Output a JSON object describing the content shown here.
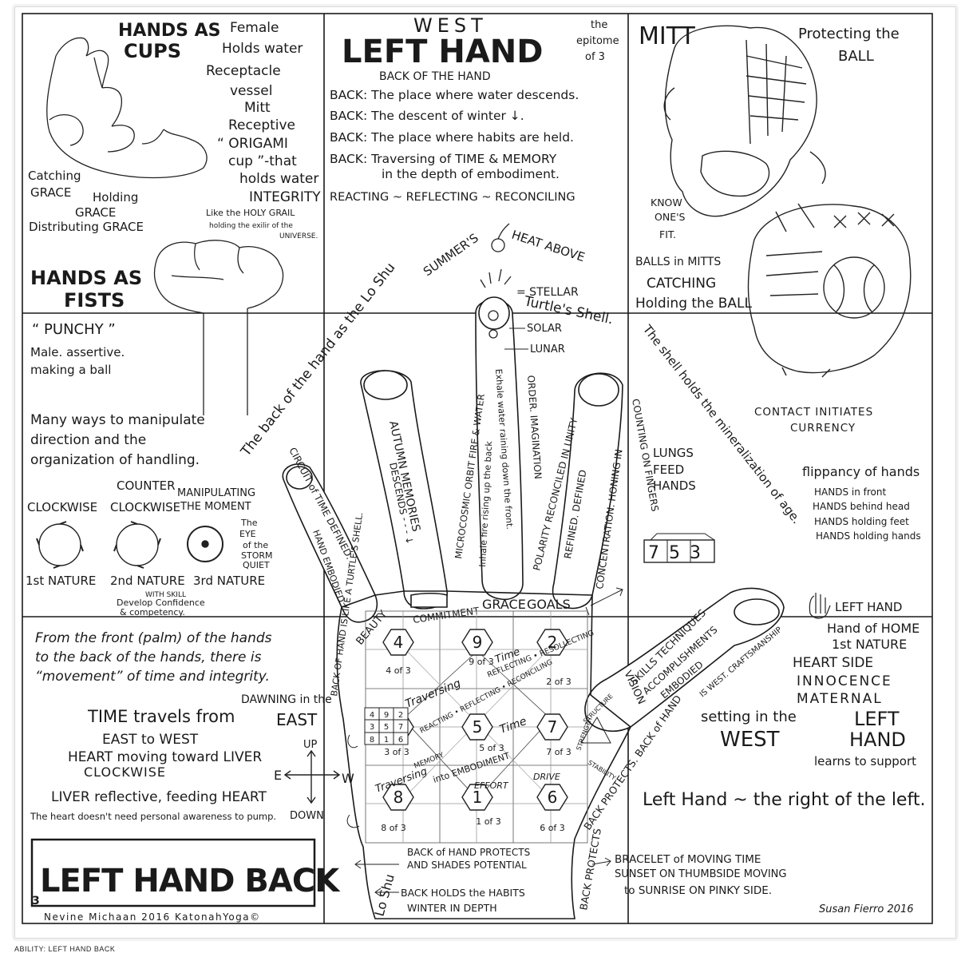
{
  "top_left": {
    "title_line1": "HANDS AS",
    "title_line2": "CUPS",
    "list": [
      "Female",
      "Holds water",
      "Receptacle",
      "vessel",
      "Mitt",
      "Receptive",
      "“ ORIGAMI",
      "cup ”-that",
      "holds water",
      "INTEGRITY"
    ],
    "grace": [
      "Catching",
      "GRACE",
      "Holding",
      "GRACE",
      "Distributing GRACE"
    ],
    "grail": [
      "Like the HOLY GRAIL",
      "holding the exilir of the",
      "UNIVERSE."
    ],
    "fists_title1": "HANDS AS",
    "fists_title2": "FISTS"
  },
  "top_center": {
    "direction": "WEST",
    "title": "LEFT HAND",
    "epitome": [
      "the",
      "epitome",
      "of 3"
    ],
    "subtitle": "BACK OF THE HAND",
    "lines": [
      "BACK: The place where water descends.",
      "BACK: The descent of winter ↓.",
      "BACK: The place where habits are held.",
      "BACK: Traversing of TIME & MEMORY",
      "in the depth of embodiment."
    ],
    "reacting": "REACTING ~ REFLECTING ~ RECONCILING"
  },
  "top_right": {
    "mitt": "MITT",
    "protect1": "Protecting the",
    "protect2": "BALL",
    "know": [
      "KNOW",
      "ONE'S",
      "FIT."
    ],
    "balls": [
      "BALLS in MITTS",
      "CATCHING",
      "Holding the BALL"
    ]
  },
  "middle_left": {
    "punchy": "“ PUNCHY ”",
    "male1": "Male. assertive.",
    "male2": "making a ball",
    "ways": [
      "Many ways to manipulate",
      "direction and the",
      "organization of handling."
    ],
    "counter": [
      "COUNTER",
      "CLOCKWISE"
    ],
    "clockwise": "CLOCKWISE",
    "manipulating": [
      "MANIPULATING",
      "THE MOMENT"
    ],
    "eye": [
      "The",
      "EYE",
      "of the",
      "STORM",
      "QUIET"
    ],
    "natures": [
      "1st NATURE",
      "2nd NATURE",
      "3rd NATURE"
    ],
    "skill": [
      "WITH SKILL",
      "Develop Confidence",
      "& competency."
    ]
  },
  "middle_right": {
    "contact1": "CONTACT INITIATES",
    "contact2": "CURRENCY",
    "lungs": [
      "LUNGS",
      "FEED",
      "HANDS"
    ],
    "flip_title": "flippancy of hands",
    "flip": [
      "HANDS in front",
      "HANDS behind head",
      "HANDS holding feet",
      "HANDS holding hands"
    ],
    "digits": "753"
  },
  "hand": {
    "summers": "SUMMER'S",
    "heat": "HEAT ABOVE",
    "stellar": "= STELLAR",
    "solar": "SOLAR",
    "lunar": "LUNAR",
    "turtle": "Turtle's Shell.",
    "shell": "The shell holds the mineralization of age.",
    "loshu": "The back of the hand as the Lo Shu",
    "fingers": [
      "CIRCUIT of TIME DEFINED.",
      "HAND EMBODIED",
      "AUTUMN MEMORIES",
      "DESCENDS - - - ↓",
      "MICROCOSMIC ORBIT FIRE & WATER",
      "Exhale water raining down the front.",
      "Inhale fire rising up the back",
      "ORDER. IMAGINATION",
      "POLARITY RECONCILED IN UNITY",
      "REFINED. DEFINED",
      "CONCENTRATION. HONING IN",
      "COUNTING ON FINGERS"
    ],
    "goals": [
      "BEAUTY",
      "COMMITMENT",
      "GRACE",
      "GOALS"
    ],
    "thumb": [
      "SKILLS TECHNIQUES",
      "ACCOMPLISHMENTS",
      "EMBODIED",
      "IS WEST. CRAFTSMANSHIP"
    ],
    "vision": "VISION",
    "protects": "BACK PROTECTS. BACK of HAND",
    "turtle_like": "BACK OF HAND IS LIKE A TURTLE'S SHELL."
  },
  "loshu": {
    "cells": [
      {
        "n": "4",
        "sub": "4 of 3"
      },
      {
        "n": "9",
        "sub": "9 of 3"
      },
      {
        "n": "2",
        "sub": "2 of 3"
      },
      {
        "n": "3",
        "sub": "3 of 3"
      },
      {
        "n": "5",
        "sub": "5 of 3"
      },
      {
        "n": "7",
        "sub": "7 of 3"
      },
      {
        "n": "8",
        "sub": "8 of 3"
      },
      {
        "n": "1",
        "sub": "1 of 3"
      },
      {
        "n": "6",
        "sub": "6 of 3"
      }
    ],
    "mini": [
      "4",
      "9",
      "2",
      "3",
      "5",
      "7",
      "8",
      "1",
      "6"
    ],
    "labels": [
      "Time",
      "REFLECTING • RESOLLECTING",
      "Traversing",
      "REACTING • REFLECTING • RECONCILING",
      "Time",
      "Traversing",
      "MEMORY",
      "into EMBODIMENT",
      "EFFORT",
      "DRIVE",
      "STRENGTH",
      "STRUCTURE",
      "STABILITY"
    ]
  },
  "bottom_left": {
    "front": [
      "From the front (palm) of the hands",
      "to the back of the hands, there is",
      "“movement” of time and integrity."
    ],
    "dawning": [
      "DAWNING in the",
      "EAST"
    ],
    "time": [
      "TIME travels from",
      "EAST to WEST",
      "HEART moving toward LIVER",
      "CLOCKWISE"
    ],
    "compass": [
      "UP",
      "E",
      "W",
      "DOWN"
    ],
    "liver": "LIVER reflective, feeding HEART",
    "heart": "The heart doesn't need personal awareness to pump.",
    "box_title": "LEFT HAND BACK",
    "box_num": "3",
    "credit": "Nevine Michaan 2016 KatonahYoga©"
  },
  "bottom_center": {
    "loshu_vert": "Lo Shu",
    "back_protects": [
      "BACK of HAND PROTECTS",
      "AND SHADES POTENTIAL"
    ],
    "back_holds": [
      "BACK HOLDS the HABITS",
      "WINTER IN DEPTH"
    ],
    "back_vert": "BACK PROTECTS"
  },
  "bottom_right": {
    "left_hand": "LEFT HAND",
    "home": [
      "Hand of HOME",
      "1st NATURE",
      "HEART SIDE",
      "INNOCENCE",
      "MATERNAL"
    ],
    "setting1": "setting in the",
    "setting2": "WEST",
    "lh1": "LEFT",
    "lh2": "HAND",
    "learns": "learns to support",
    "right": "Left Hand ~ the right of the left.",
    "bracelet": [
      "BRACELET of MOVING TIME",
      "SUNSET ON THUMBSIDE MOVING",
      "to SUNRISE ON PINKY SIDE."
    ],
    "signature": "Susan Fierro 2016"
  },
  "footer": "ABILITY: LEFT HAND BACK"
}
